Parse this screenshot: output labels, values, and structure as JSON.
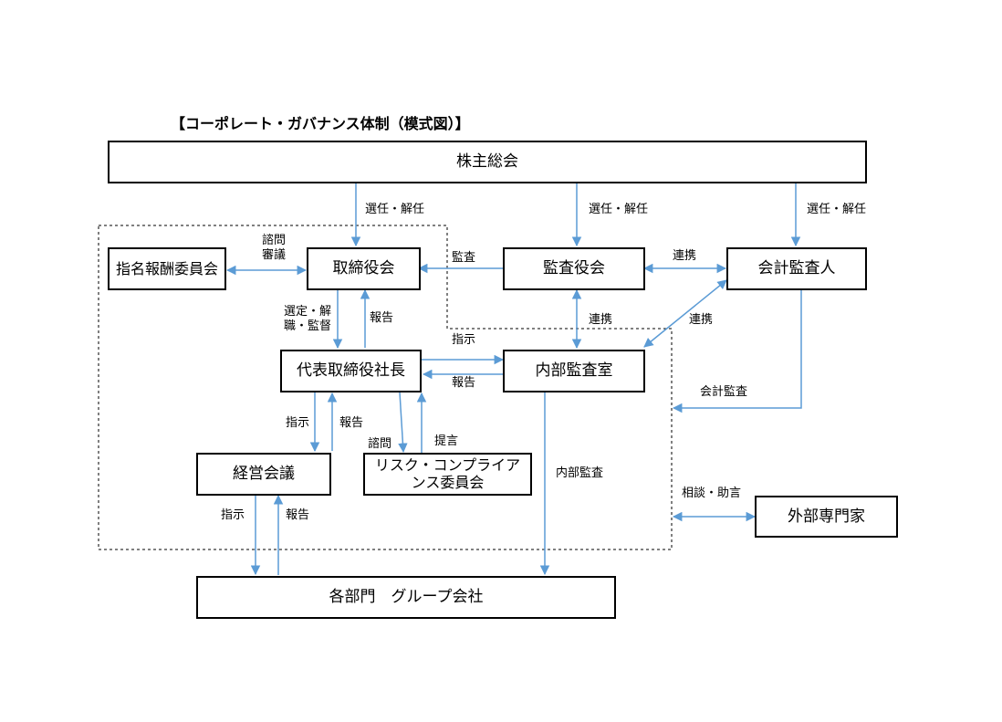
{
  "title": "【コーポレート・ガバナンス体制（模式図）】",
  "boxes": {
    "shareholders": "株主総会",
    "board": "取締役会",
    "audit_board": "監査役会",
    "accounting_auditor": "会計監査人",
    "nomination_committee": "指名報酬委員会",
    "president": "代表取締役社長",
    "internal_audit": "内部監査室",
    "management_meeting": "経営会議",
    "risk_committee_line1": "リスク・コンプライア",
    "risk_committee_line2": "ンス委員会",
    "experts": "外部専門家",
    "departments": "各部門　グループ会社"
  },
  "labels": {
    "appoint_1": "選任・解任",
    "appoint_2": "選任・解任",
    "appoint_3": "選任・解任",
    "consult_review_1": "諮問",
    "consult_review_2": "審議",
    "audit": "監査",
    "cooperation_1": "連携",
    "cooperation_2": "連携",
    "cooperation_3": "連携",
    "select_1": "選定・解",
    "select_2": "職・監督",
    "report_1": "報告",
    "instruct_1": "指示",
    "report_2": "報告",
    "accounting_audit": "会計監査",
    "instruct_2": "指示",
    "report_3": "報告",
    "consult": "諮問",
    "proposal": "提言",
    "internal_audit": "内部監査",
    "advice": "相談・助言",
    "instruct_3": "指示",
    "report_4": "報告"
  },
  "colors": {
    "arrow": "#5b9bd5",
    "border": "#000000"
  }
}
